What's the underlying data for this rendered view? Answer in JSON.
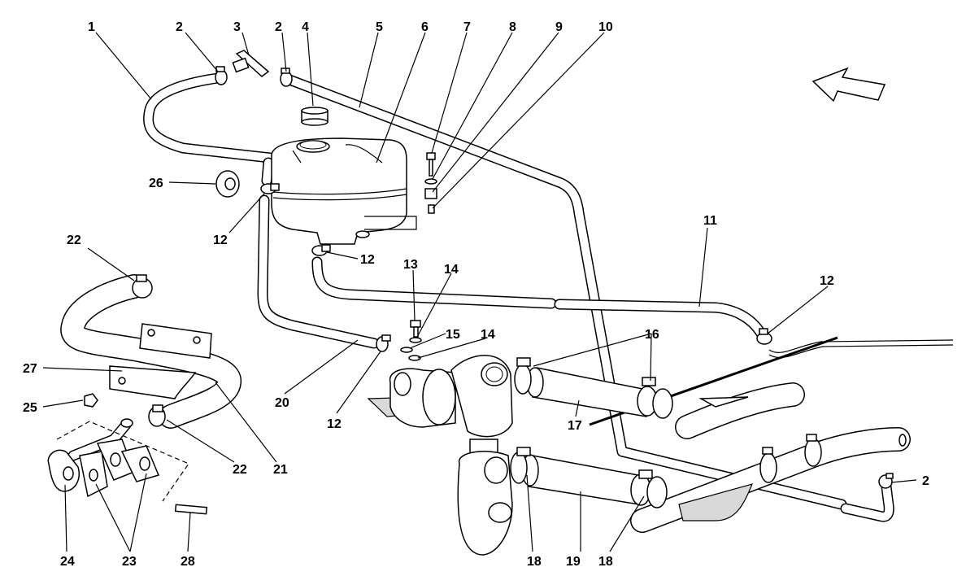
{
  "callouts": {
    "c1": "1",
    "c2a": "2",
    "c3": "3",
    "c2b": "2",
    "c4": "4",
    "c5": "5",
    "c6": "6",
    "c7": "7",
    "c8": "8",
    "c9": "9",
    "c10": "10",
    "c11": "11",
    "c12a": "12",
    "c12b": "12",
    "c12c": "12",
    "c12d": "12",
    "c13": "13",
    "c14a": "14",
    "c15": "15",
    "c14b": "14",
    "c16": "16",
    "c17": "17",
    "c18a": "18",
    "c18b": "18",
    "c19": "19",
    "c20": "20",
    "c21": "21",
    "c22a": "22",
    "c22b": "22",
    "c23": "23",
    "c24": "24",
    "c25": "25",
    "c26": "26",
    "c27": "27",
    "c28": "28",
    "c2c": "2"
  }
}
